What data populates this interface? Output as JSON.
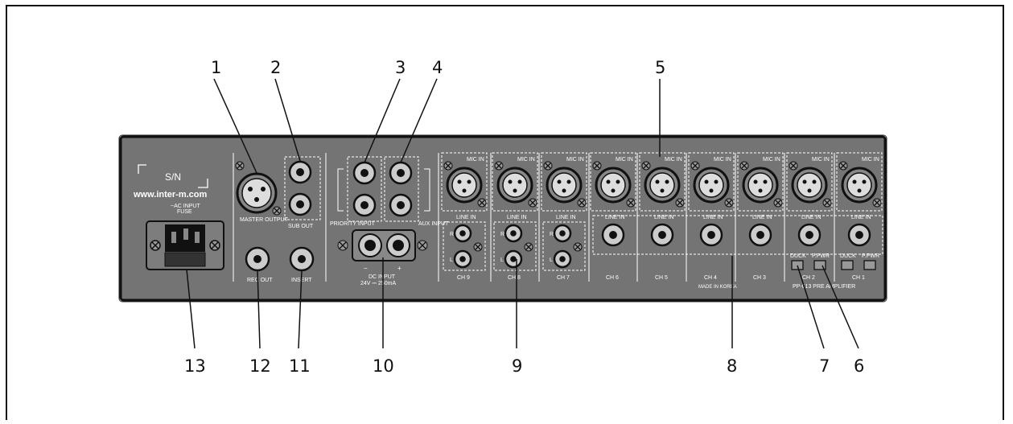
{
  "callouts": [
    "1",
    "2",
    "3",
    "4",
    "5",
    "6",
    "7",
    "8",
    "9",
    "10",
    "11",
    "12",
    "13"
  ],
  "panel": {
    "sn_label": "S/N",
    "website": "www.inter-m.com",
    "ac_input": "~AC INPUT",
    "fuse": "FUSE",
    "master_output": "MASTER OUTPUT",
    "sub_out": "SUB OUT",
    "rec_out": "REC OUT",
    "insert": "INSERT",
    "priority_input": "PRIORITY INPUT",
    "aux_input": "AUX INPUT",
    "dc_input": "DC INPUT",
    "dc_rating": "24V ⎓ 250mA",
    "minus": "−",
    "plus": "+",
    "mic_in": "MIC IN",
    "line_in": "LINE IN",
    "r": "R",
    "l": "L",
    "duck": "DUCK",
    "p_pwr": "P.PWR",
    "ch9": "CH 9",
    "ch8": "CH 8",
    "ch7": "CH 7",
    "ch6": "CH 6",
    "ch5": "CH 5",
    "ch4": "CH 4",
    "ch3": "CH 3",
    "ch2": "CH 2",
    "ch1": "CH 1",
    "made_in": "MADE IN KOREA",
    "model": "PP-613 PRE AMPLIFIER"
  }
}
